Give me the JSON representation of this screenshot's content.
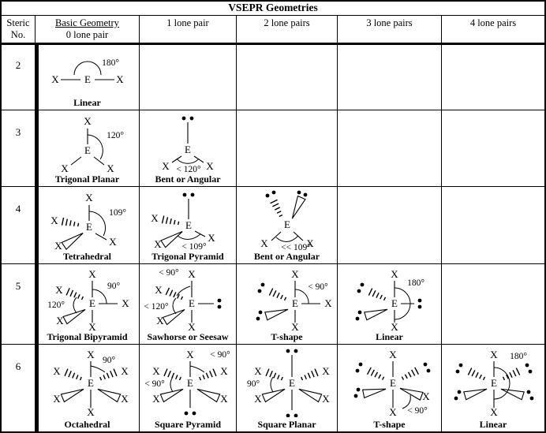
{
  "title": "VSEPR Geometries",
  "header": {
    "steric_line1": "Steric",
    "steric_line2": "No.",
    "basic_line1": "Basic Geometry",
    "basic_line2": "0 lone pair",
    "lp1": "1 lone pair",
    "lp2": "2 lone pairs",
    "lp3": "3 lone pairs",
    "lp4": "4 lone pairs"
  },
  "sym": {
    "X": "X",
    "E": "E"
  },
  "steric": {
    "r2": "2",
    "r3": "3",
    "r4": "4",
    "r5": "5",
    "r6": "6"
  },
  "cells": {
    "linear_2": {
      "caption": "Linear",
      "angle": "180°"
    },
    "trigonal_planar": {
      "caption": "Trigonal Planar",
      "angle": "120°"
    },
    "bent_3": {
      "caption": "Bent or Angular",
      "angle": "< 120°"
    },
    "tetrahedral": {
      "caption": "Tetrahedral",
      "angle": "109°"
    },
    "trigonal_pyramid": {
      "caption": "Trigonal Pyramid",
      "angle": "< 109°"
    },
    "bent_4": {
      "caption": "Bent or Angular",
      "angle": "<< 109°"
    },
    "trigonal_bipyramid": {
      "caption": "Trigonal Bipyramid",
      "angle_axial": "90°",
      "angle_equatorial": "120°"
    },
    "sawhorse": {
      "caption": "Sawhorse or Seesaw",
      "angle_axial": "< 90°",
      "angle_equatorial": "< 120°"
    },
    "t_shape_5": {
      "caption": "T-shape",
      "angle": "< 90°"
    },
    "linear_5": {
      "caption": "Linear",
      "angle": "180°"
    },
    "octahedral": {
      "caption": "Octahedral",
      "angle": "90°"
    },
    "square_pyramid": {
      "caption": "Square Pyramid",
      "angle_top": "< 90°",
      "angle_left": "< 90°"
    },
    "square_planar": {
      "caption": "Square Planar",
      "angle": "90°"
    },
    "t_shape_6": {
      "caption": "T-shape",
      "angle": "< 90°"
    },
    "linear_6": {
      "caption": "Linear",
      "angle": "180°"
    }
  }
}
